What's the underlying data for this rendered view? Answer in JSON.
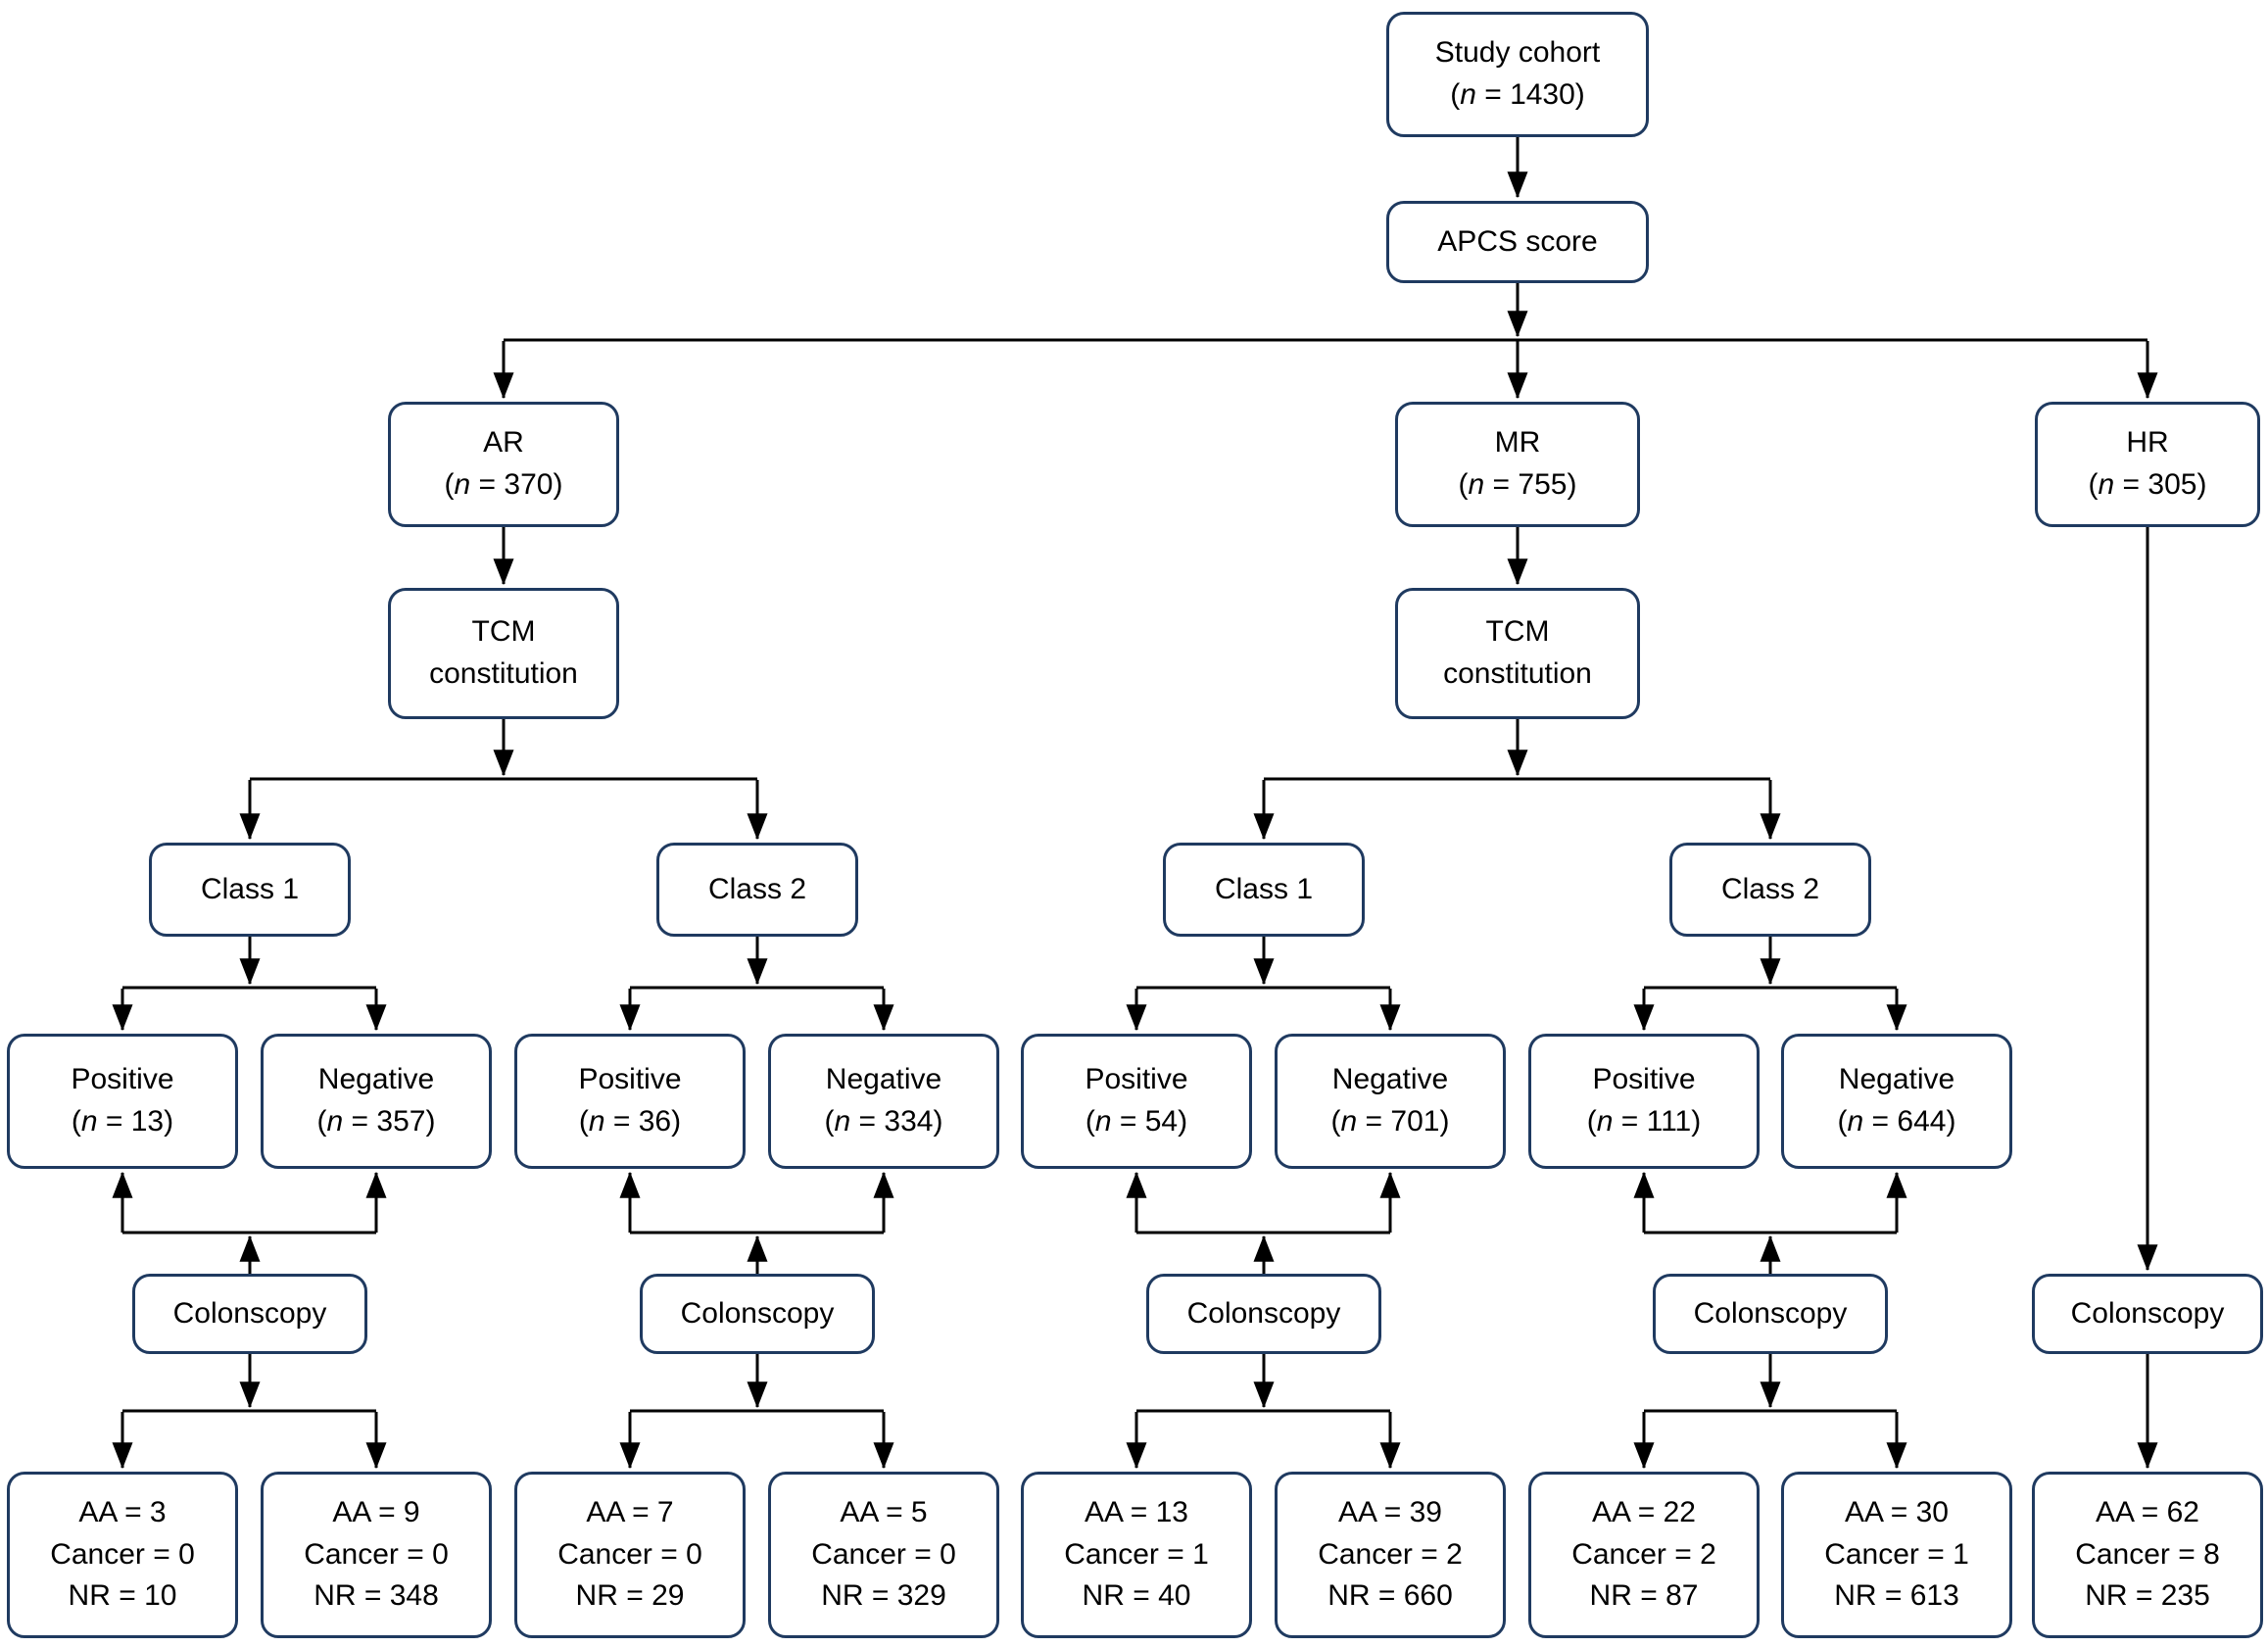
{
  "diagram": {
    "colors": {
      "background": "#ffffff",
      "box_border": "#1f3a60",
      "arrow": "#000000",
      "text": "#000000"
    },
    "notation": {
      "open_paren": "(",
      "n_symbol": "n",
      "equals": " = ",
      "close_paren": ")"
    },
    "labels": {
      "aa": "AA",
      "cancer": "Cancer",
      "nr": "NR"
    },
    "root": {
      "label": "Study cohort",
      "n_value": "1430"
    },
    "apcs": {
      "label": "APCS score"
    },
    "ar": {
      "label": "AR",
      "n_value": "370",
      "tcm": [
        "TCM",
        "constitution"
      ],
      "classes": [
        {
          "label": "Class 1",
          "positive": {
            "label": "Positive",
            "n_value": "13"
          },
          "negative": {
            "label": "Negative",
            "n_value": "357"
          },
          "colonscopy": "Colonscopy",
          "positive_result": {
            "aa": "3",
            "cancer": "0",
            "nr": "10"
          },
          "negative_result": {
            "aa": "9",
            "cancer": "0",
            "nr": "348"
          }
        },
        {
          "label": "Class 2",
          "positive": {
            "label": "Positive",
            "n_value": "36"
          },
          "negative": {
            "label": "Negative",
            "n_value": "334"
          },
          "colonscopy": "Colonscopy",
          "positive_result": {
            "aa": "7",
            "cancer": "0",
            "nr": "29"
          },
          "negative_result": {
            "aa": "5",
            "cancer": "0",
            "nr": "329"
          }
        }
      ]
    },
    "mr": {
      "label": "MR",
      "n_value": "755",
      "tcm": [
        "TCM",
        "constitution"
      ],
      "classes": [
        {
          "label": "Class 1",
          "positive": {
            "label": "Positive",
            "n_value": "54"
          },
          "negative": {
            "label": "Negative",
            "n_value": "701"
          },
          "colonscopy": "Colonscopy",
          "positive_result": {
            "aa": "13",
            "cancer": "1",
            "nr": "40"
          },
          "negative_result": {
            "aa": "39",
            "cancer": "2",
            "nr": "660"
          }
        },
        {
          "label": "Class 2",
          "positive": {
            "label": "Positive",
            "n_value": "111"
          },
          "negative": {
            "label": "Negative",
            "n_value": "644"
          },
          "colonscopy": "Colonscopy",
          "positive_result": {
            "aa": "22",
            "cancer": "2",
            "nr": "87"
          },
          "negative_result": {
            "aa": "30",
            "cancer": "1",
            "nr": "613"
          }
        }
      ]
    },
    "hr": {
      "label": "HR",
      "n_value": "305",
      "colonscopy": "Colonscopy",
      "result": {
        "aa": "62",
        "cancer": "8",
        "nr": "235"
      }
    }
  }
}
